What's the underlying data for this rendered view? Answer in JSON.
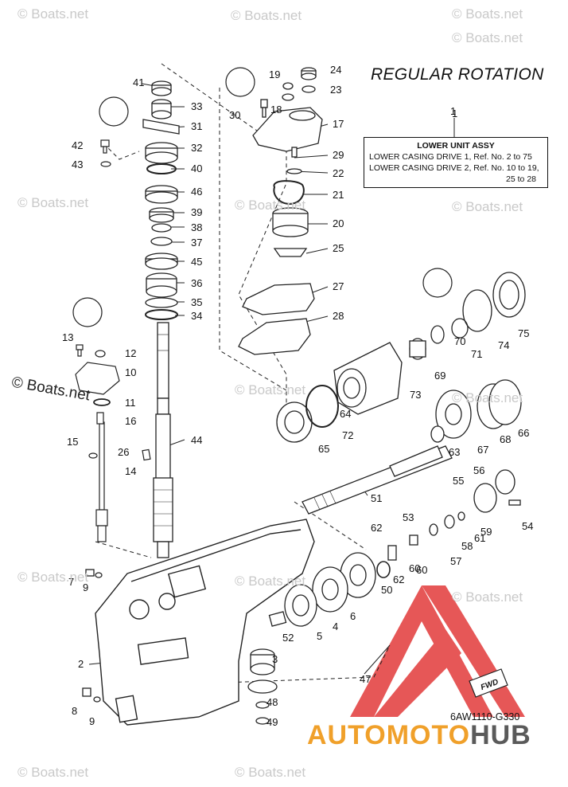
{
  "title": "REGULAR ROTATION",
  "assembly": {
    "ref": "1",
    "header": "LOWER UNIT ASSY",
    "line1": "LOWER CASING DRIVE 1, Ref. No. 2 to 75",
    "line2": "LOWER CASING DRIVE 2, Ref. No. 10 to 19,",
    "line3": "25 to 28"
  },
  "diagram_code": "6AW1110-G330",
  "brand": {
    "part1": "AUTOMOTO",
    "part2": "HUB",
    "color1": "#f0a02a",
    "color2": "#5a5a5a",
    "logo_color": "#e23a3a"
  },
  "watermark": "© Boats.net",
  "fwd_label": "FWD",
  "callouts": [
    "41",
    "33",
    "31",
    "32",
    "40",
    "46",
    "39",
    "38",
    "37",
    "45",
    "36",
    "35",
    "34",
    "42",
    "43",
    "19",
    "24",
    "23",
    "18",
    "30",
    "17",
    "29",
    "22",
    "21",
    "20",
    "25",
    "27",
    "28",
    "13",
    "12",
    "10",
    "11",
    "16",
    "15",
    "14",
    "26",
    "44",
    "7",
    "9",
    "2",
    "8",
    "9",
    "1",
    "70",
    "71",
    "74",
    "75",
    "69",
    "73",
    "72",
    "64",
    "65",
    "66",
    "68",
    "67",
    "63",
    "51",
    "55",
    "56",
    "53",
    "62",
    "60",
    "54",
    "59",
    "61",
    "58",
    "57",
    "60",
    "62",
    "50",
    "6",
    "4",
    "5",
    "52",
    "3",
    "47",
    "48",
    "49"
  ]
}
